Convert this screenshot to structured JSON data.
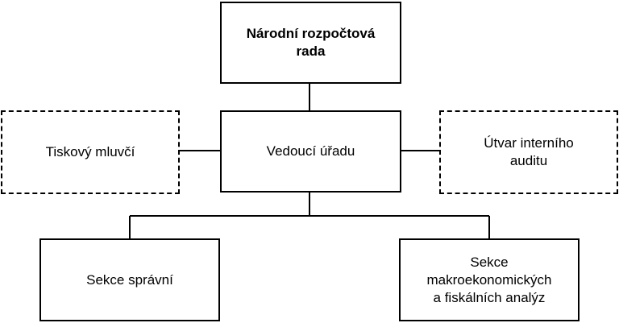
{
  "diagram": {
    "nodes": {
      "board": "Národní rozpočtová\nrada",
      "head": "Vedoucí úřadu",
      "spokesperson": "Tiskový mluvčí",
      "audit": "Útvar interního\nauditu",
      "admin": "Sekce správní",
      "analysis": "Sekce\nmakroekonomických\na fiskálních analýz"
    }
  }
}
